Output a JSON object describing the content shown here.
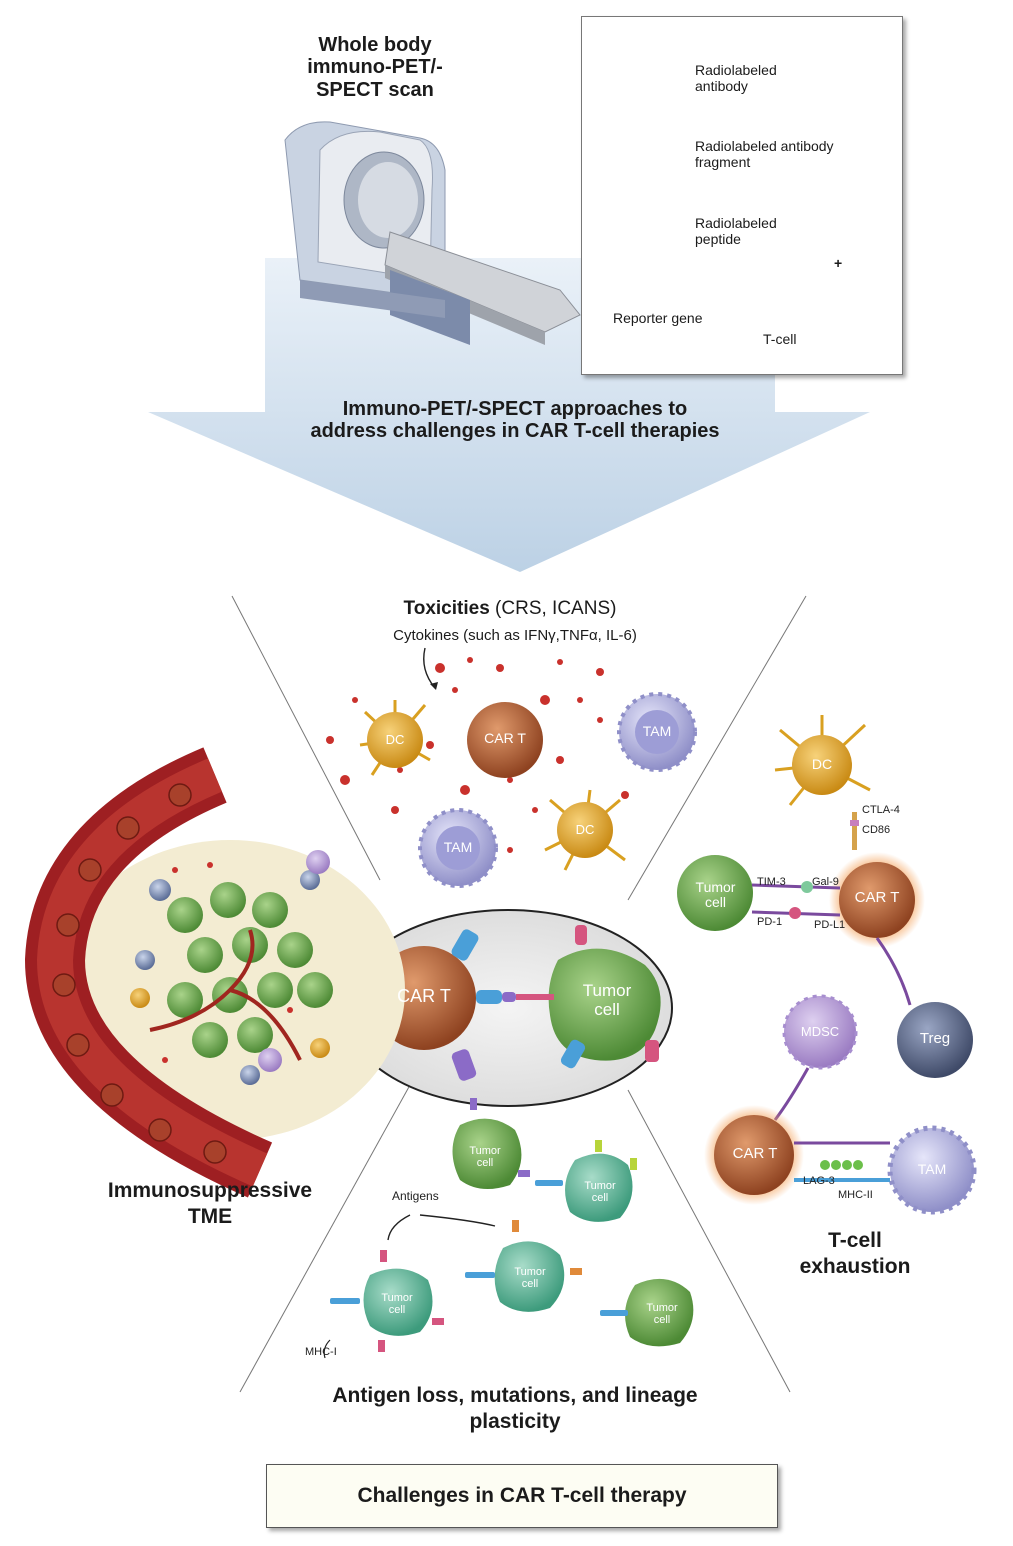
{
  "scan": {
    "title": "Whole body immuno-PET/-SPECT scan"
  },
  "probes": {
    "antibody": "Radiolabeled antibody",
    "fragment": "Radiolabeled antibody fragment",
    "peptide": "Radiolabeled peptide",
    "reporter_gene": "Reporter gene",
    "tcell": "T-cell",
    "plus": "+"
  },
  "arrow": {
    "text": "Immuno-PET/-SPECT approaches to address challenges in CAR T-cell therapies"
  },
  "toxicities": {
    "title": "Toxicities",
    "title_suffix": "(CRS, ICANS)",
    "cytokines": "Cytokines (such as IFNγ,TNFα, IL-6)"
  },
  "cells": {
    "dc": "DC",
    "car_t": "CAR T",
    "tam": "TAM",
    "tumor_cell": "Tumor cell",
    "treg": "Treg",
    "mdsc": "MDSC"
  },
  "markers": {
    "ctla4": "CTLA-4",
    "cd86": "CD86",
    "tim3": "TIM-3",
    "gal9": "Gal-9",
    "pd1": "PD-1",
    "pdl1": "PD-L1",
    "lag3": "LAG-3",
    "mhc2": "MHC-II",
    "mhc1": "MHC-I",
    "antigens": "Antigens"
  },
  "sections": {
    "tme": "Immunosuppressive TME",
    "exhaustion": "T-cell exhaustion",
    "antigen": "Antigen loss, mutations, and lineage plasticity"
  },
  "footer": {
    "label": "Challenges in CAR T-cell therapy"
  },
  "colors": {
    "car_t": "#b8602e",
    "tumor": "#6fa84e",
    "tam": "#b9b9e3",
    "dc": "#e2a52a",
    "treg": "#5d6b8c",
    "mdsc": "#b89bd6",
    "vessel": "#9e1f22",
    "arrow": "#c9d9e8"
  }
}
